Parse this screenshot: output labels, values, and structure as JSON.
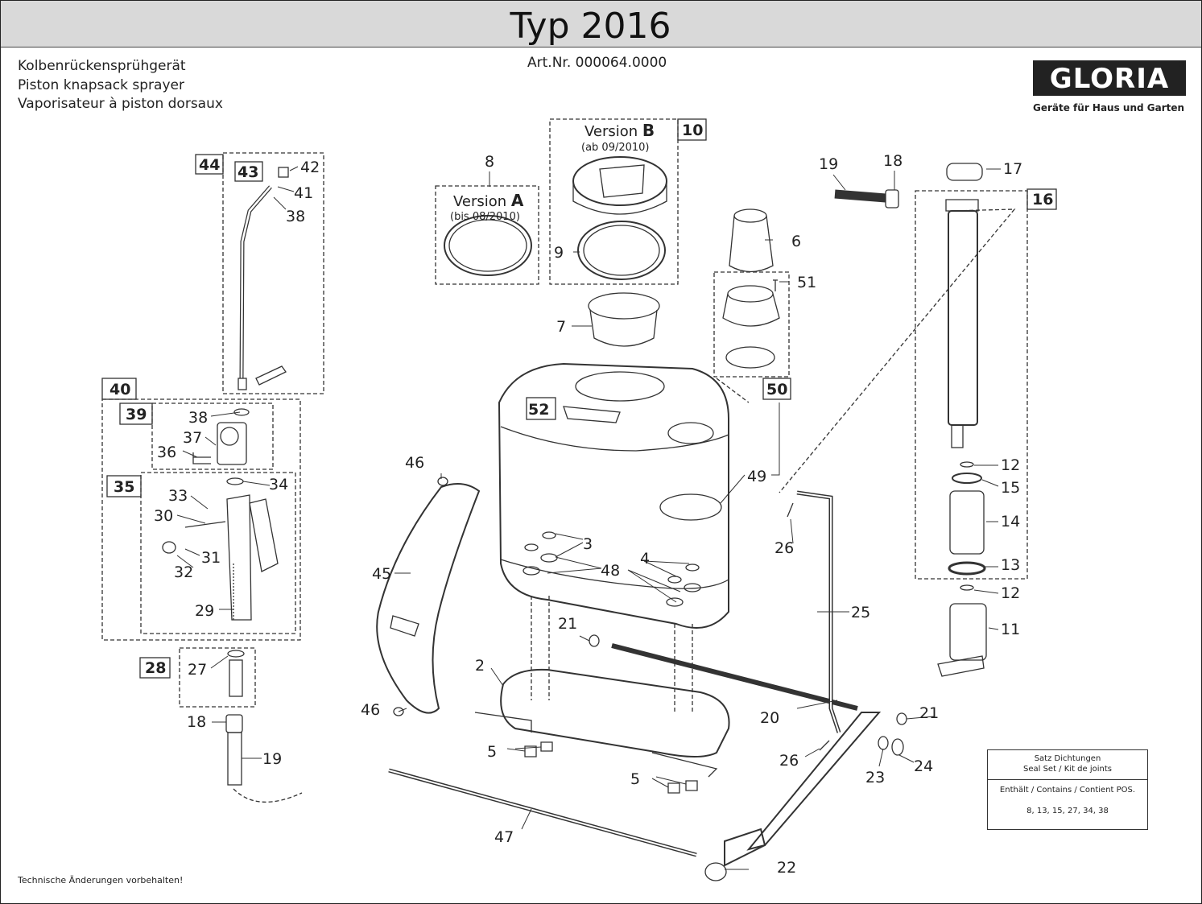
{
  "header": {
    "title": "Typ 2016"
  },
  "product": {
    "name_de": "Kolbenrückensprühgerät",
    "name_en": "Piston knapsack sprayer",
    "name_fr": "Vaporisateur à piston dorsaux",
    "art_nr": "Art.Nr. 000064.0000"
  },
  "brand": {
    "logo": "GLORIA",
    "registered": "®",
    "tagline": "Geräte für Haus und Garten"
  },
  "versions": {
    "a": {
      "prefix": "Version ",
      "letter": "A",
      "date": "(bis 08/2010)"
    },
    "b": {
      "prefix": "Version ",
      "letter": "B",
      "date": "(ab 09/2010)"
    }
  },
  "seal_set": {
    "title_de": "Satz Dichtungen",
    "title_en_fr": "Seal Set / Kit de joints",
    "contains": "Enthält / Contains / Contient POS.",
    "positions": "8, 13, 15, 27, 34, 38"
  },
  "footer": {
    "note": "Technische Änderungen vorbehalten!"
  },
  "assembly_numbers": {
    "b10": "10",
    "b16": "16",
    "b28": "28",
    "b35": "35",
    "b39": "39",
    "b40": "40",
    "b43": "43",
    "b44": "44",
    "b50": "50",
    "b52": "52"
  },
  "part_numbers": {
    "p2": "2",
    "p3": "3",
    "p4": "4",
    "p5a": "5",
    "p5b": "5",
    "p6": "6",
    "p7": "7",
    "p8": "8",
    "p9": "9",
    "p11": "11",
    "p12a": "12",
    "p12b": "12",
    "p13": "13",
    "p14": "14",
    "p15": "15",
    "p17": "17",
    "p18a": "18",
    "p18b": "18",
    "p19a": "19",
    "p19b": "19",
    "p20": "20",
    "p21a": "21",
    "p21b": "21",
    "p22": "22",
    "p23": "23",
    "p24": "24",
    "p25": "25",
    "p26a": "26",
    "p26b": "26",
    "p27": "27",
    "p29": "29",
    "p30": "30",
    "p31": "31",
    "p32": "32",
    "p33": "33",
    "p34": "34",
    "p36": "36",
    "p37": "37",
    "p38a": "38",
    "p38b": "38",
    "p41": "41",
    "p42": "42",
    "p45": "45",
    "p46a": "46",
    "p46b": "46",
    "p47": "47",
    "p48": "48",
    "p49": "49",
    "p51": "51"
  }
}
